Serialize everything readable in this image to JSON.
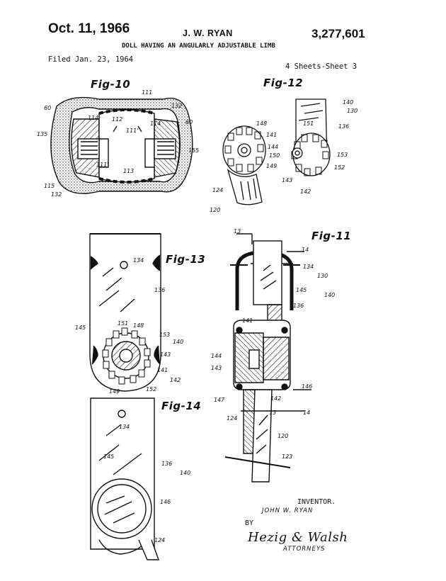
{
  "header": {
    "date": "Oct. 11, 1966",
    "inventor": "J. W. RYAN",
    "patent_number": "3,277,601",
    "title": "DOLL HAVING AN ANGULARLY ADJUSTABLE LIMB",
    "filed": "Filed Jan. 23, 1964",
    "sheets": "4 Sheets-Sheet 3"
  },
  "figures": {
    "fig10": "Fig-10",
    "fig11": "Fig-11",
    "fig12": "Fig-12",
    "fig13": "Fig-13",
    "fig14": "Fig-14"
  },
  "refs": {
    "fig10": [
      "111",
      "132",
      "60",
      "135",
      "114",
      "112",
      "111'",
      "114",
      "60",
      "155",
      "111'",
      "113",
      "115",
      "132"
    ],
    "fig12": [
      "140",
      "130",
      "136",
      "148",
      "141",
      "151",
      "144",
      "150",
      "149",
      "153",
      "152",
      "143",
      "142",
      "124",
      "120"
    ],
    "fig13": [
      "134",
      "136",
      "145",
      "151",
      "148",
      "153",
      "140",
      "143",
      "141",
      "142",
      "149",
      "152"
    ],
    "fig11": [
      "13",
      "14",
      "134",
      "130",
      "145",
      "140",
      "136",
      "141",
      "144",
      "143",
      "146",
      "147",
      "142",
      "13",
      "14",
      "124",
      "120",
      "123"
    ],
    "fig14": [
      "134",
      "145",
      "136",
      "140",
      "146",
      "124"
    ]
  },
  "footer": {
    "inventor_label": "INVENTOR.",
    "inventor_signature": "JOHN W. RYAN",
    "by": "BY",
    "firm_signature": "Hezig & Walsh",
    "attorneys": "ATTORNEYS"
  }
}
